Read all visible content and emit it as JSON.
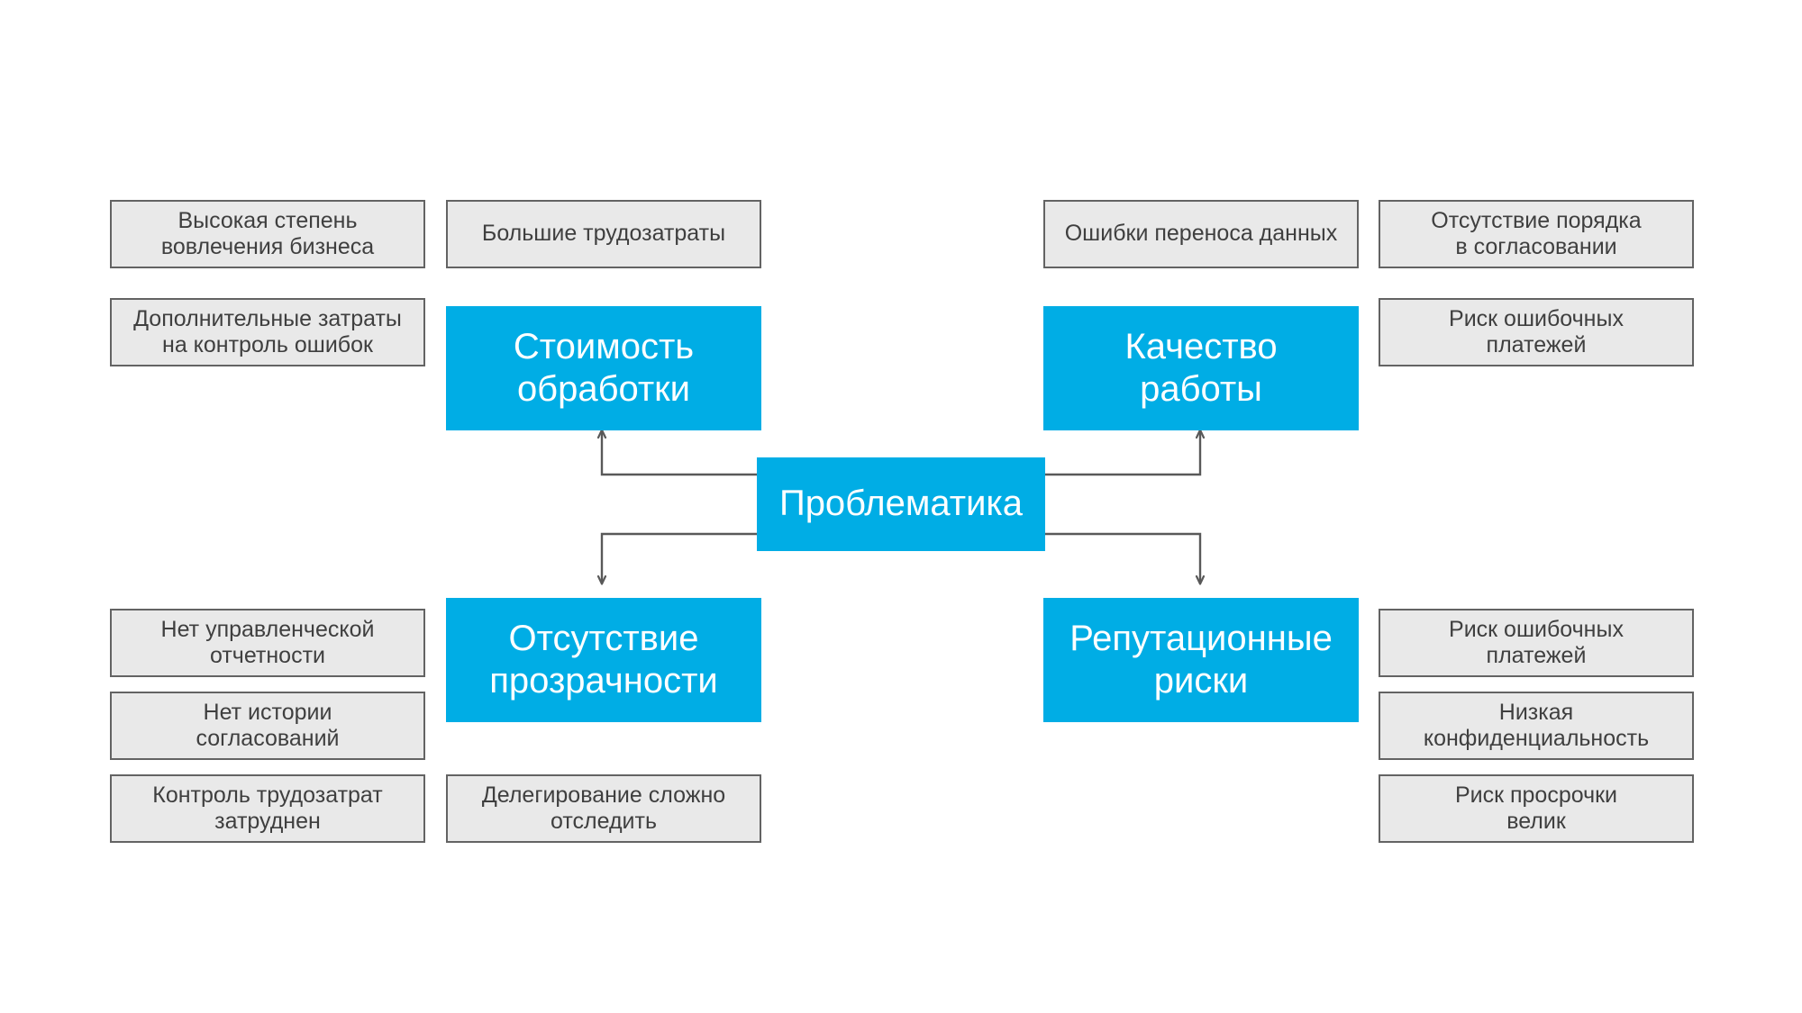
{
  "diagram": {
    "title": "Проблематика",
    "colors": {
      "accent_blue": "#00ade5",
      "box_fill": "#e9e9e9",
      "box_border": "#636363",
      "text_dark": "#3f3f3f",
      "text_light": "#ffffff",
      "connector": "#595959",
      "background": "#ffffff"
    },
    "center": {
      "label": "Проблематика"
    },
    "branches": [
      {
        "id": "cost",
        "label": "Стоимость\nобработки",
        "position": "top-left",
        "items": [
          {
            "label": "Высокая степень\nвовлечения бизнеса",
            "side": "outer",
            "row": 1
          },
          {
            "label": "Большие трудозатраты",
            "side": "inner",
            "row": 1
          },
          {
            "label": "Дополнительные затраты\nна контроль ошибок",
            "side": "outer",
            "row": 2
          }
        ]
      },
      {
        "id": "quality",
        "label": "Качество\nработы",
        "position": "top-right",
        "items": [
          {
            "label": "Ошибки переноса данных",
            "side": "inner",
            "row": 1
          },
          {
            "label": "Отсутствие порядка\nв согласовании",
            "side": "outer",
            "row": 1
          },
          {
            "label": "Риск ошибочных\nплатежей",
            "side": "outer",
            "row": 2
          }
        ]
      },
      {
        "id": "transparency",
        "label": "Отсутствие\nпрозрачности",
        "position": "bottom-left",
        "items": [
          {
            "label": "Нет управленческой\nотчетности",
            "side": "outer",
            "row": 1
          },
          {
            "label": "Нет истории\nсогласований",
            "side": "outer",
            "row": 2
          },
          {
            "label": "Контроль трудозатрат\nзатруднен",
            "side": "outer",
            "row": 3
          },
          {
            "label": "Делегирование сложно\nотследить",
            "side": "inner",
            "row": 3
          }
        ]
      },
      {
        "id": "reputation",
        "label": "Репутационные\nриски",
        "position": "bottom-right",
        "items": [
          {
            "label": "Риск ошибочных\nплатежей",
            "side": "outer",
            "row": 1
          },
          {
            "label": "Низкая\nконфиденциальность",
            "side": "outer",
            "row": 2
          },
          {
            "label": "Риск просрочки\nвелик",
            "side": "outer",
            "row": 3
          }
        ]
      }
    ],
    "boxes": {
      "tl_outer_1": "Высокая степень\nвовлечения бизнеса",
      "tl_inner_1": "Большие трудозатраты",
      "tl_outer_2": "Дополнительные затраты\nна контроль ошибок",
      "tr_inner_1": "Ошибки переноса данных",
      "tr_outer_1": "Отсутствие порядка\nв согласовании",
      "tr_outer_2": "Риск ошибочных\nплатежей",
      "bl_outer_1": "Нет управленческой\nотчетности",
      "bl_outer_2": "Нет истории\nсогласований",
      "bl_outer_3": "Контроль трудозатрат\nзатруднен",
      "bl_inner_3": "Делегирование сложно\nотследить",
      "br_outer_1": "Риск ошибочных\nплатежей",
      "br_outer_2": "Низкая\nконфиденциальность",
      "br_outer_3": "Риск просрочки\nвелик",
      "blue_tl": "Стоимость\nобработки",
      "blue_tr": "Качество\nработы",
      "blue_bl": "Отсутствие\nпрозрачности",
      "blue_br": "Репутационные\nриски",
      "blue_center": "Проблематика"
    }
  }
}
